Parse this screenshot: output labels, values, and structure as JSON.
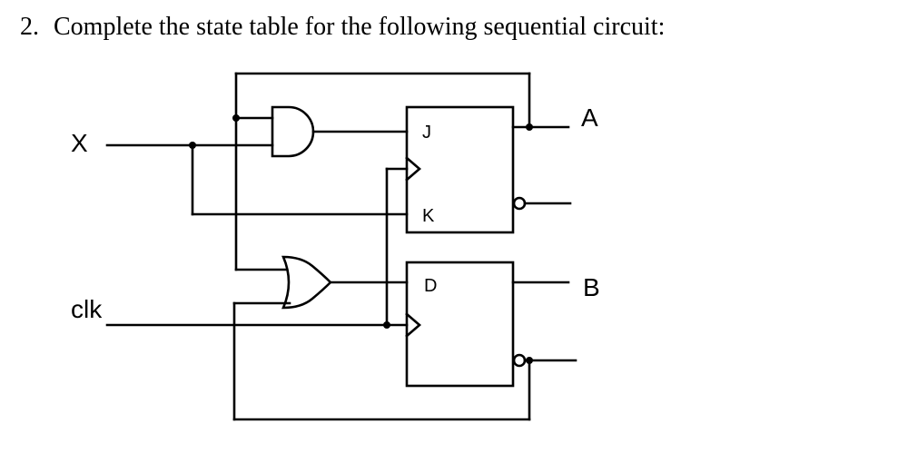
{
  "question": {
    "number": "2.",
    "text": "Complete the state table for the following sequential circuit:"
  },
  "circuit": {
    "input_x": "X",
    "input_clk": "clk",
    "ff_top": {
      "pin_j": "J",
      "pin_k": "K"
    },
    "ff_bottom": {
      "pin_d": "D"
    },
    "output_a": "A",
    "output_b": "B"
  },
  "colors": {
    "ink": "#000000",
    "background": "#ffffff"
  }
}
